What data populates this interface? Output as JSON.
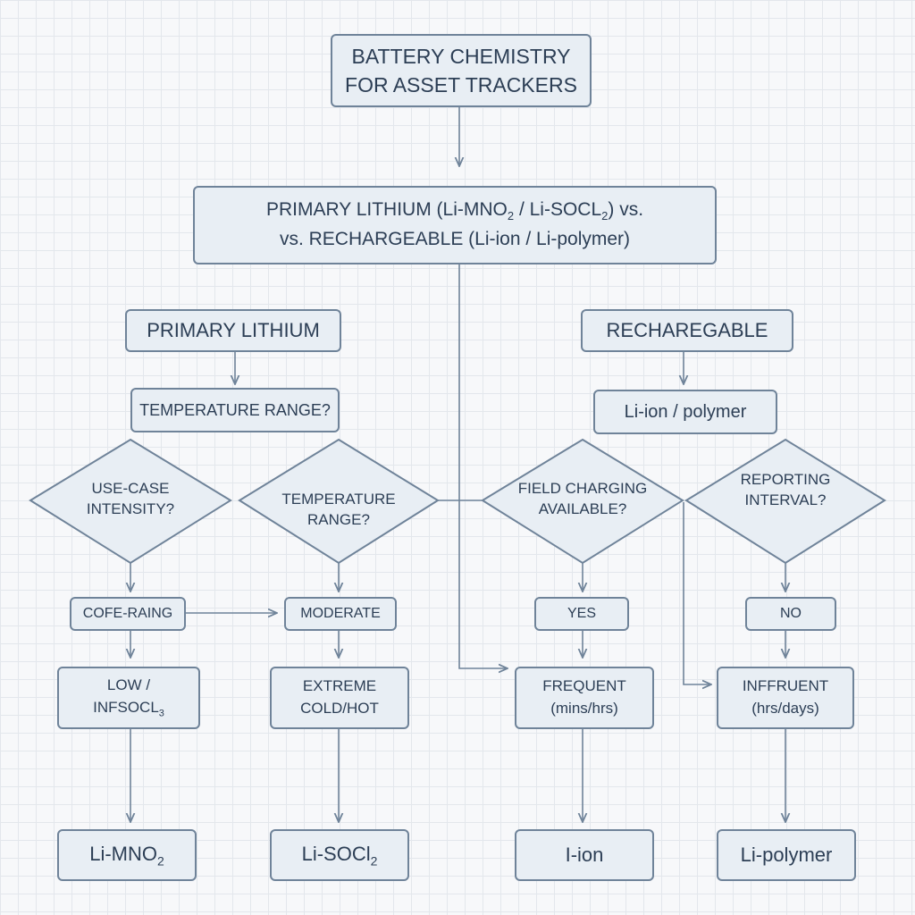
{
  "colors": {
    "box_fill": "#e8eef4",
    "box_border": "#6f8399",
    "text": "#2c3e55",
    "grid": "#e3e7ec"
  },
  "title": {
    "line1": "BATTERY CHEMISTRY",
    "line2": "FOR ASSET TRACKERS"
  },
  "comparison": {
    "line1_pre": "PRIMARY LITHIUM (Li-MNO",
    "line1_sub1": "2",
    "line1_mid": " / Li-SOCL",
    "line1_sub2": "2",
    "line1_post": ") vs.",
    "line2": "vs. RECHARGEABLE (Li-ion / Li-polymer)"
  },
  "primary_lithium": {
    "label": "PRIMARY LITHIUM",
    "question": "TEMPERATURE RANGE?",
    "decision_use_case": "USE-CASE\nINTENSITY?",
    "decision_temperature": "TEMPERATURE\nRANGE?",
    "option_left": "COFE-RAING",
    "option_right": "MODERATE",
    "result_left": "LOW /\nINFSOCL",
    "result_left_sub": "3",
    "result_right": "EXTREME\nCOLD/HOT",
    "chem_left": "Li-MNO",
    "chem_left_sub": "2",
    "chem_right": "Li-SOCl",
    "chem_right_sub": "2"
  },
  "rechargeable": {
    "label": "RECHAREGABLE",
    "question": "Li-ion / polymer",
    "decision_charging": "FIELD CHARGING\nAVAILABLE?",
    "decision_interval": "REPORTING\nINTERVAL?",
    "option_left": "YES",
    "option_right": "NO",
    "result_left": "FREQUENT\n(mins/hrs)",
    "result_right": "INFFRUENT\n(hrs/days)",
    "chem_left": "I-ion",
    "chem_right": "Li-polymer"
  }
}
